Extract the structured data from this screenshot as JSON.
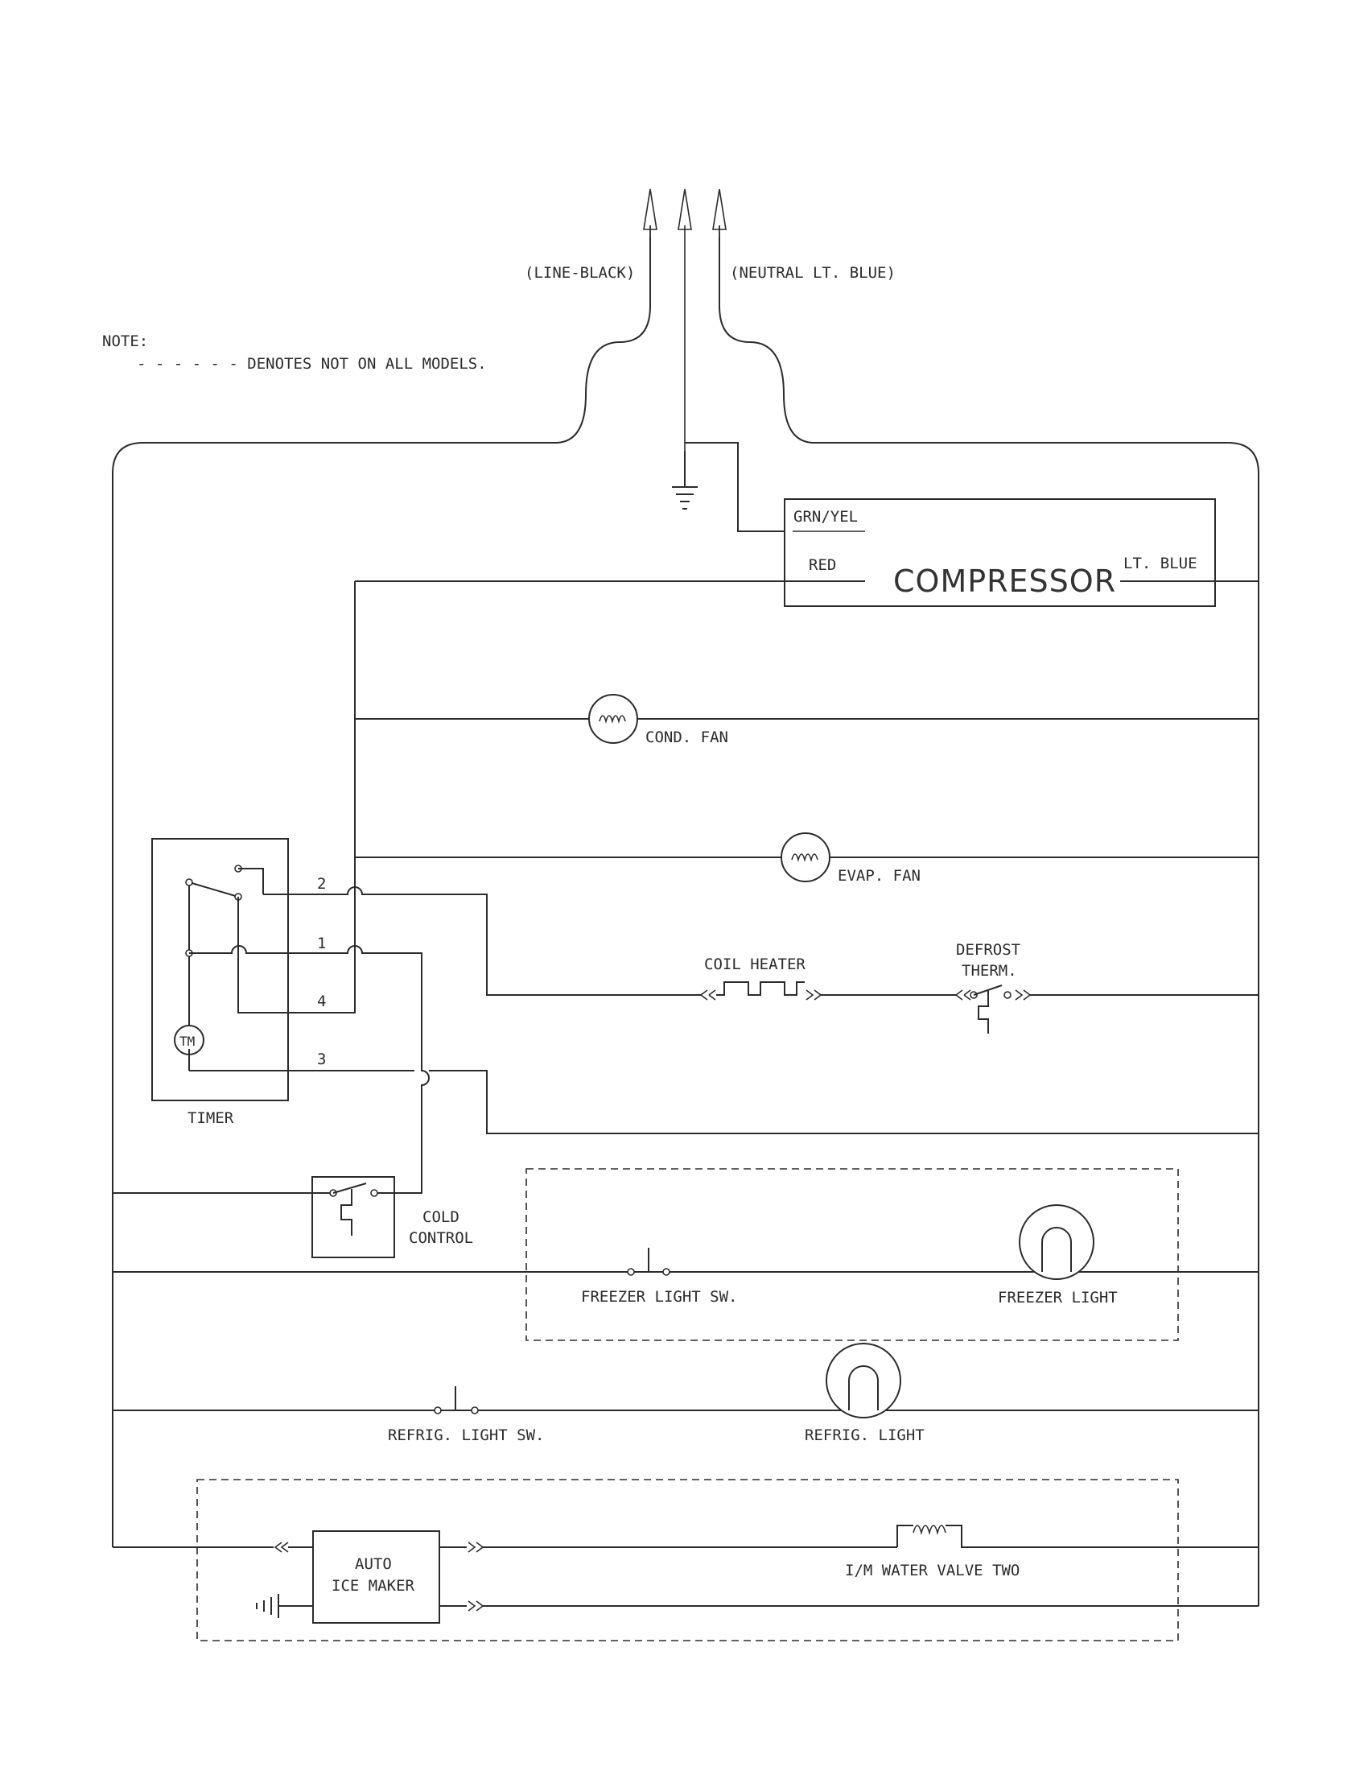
{
  "supply": {
    "line_label": "(LINE-BLACK)",
    "neutral_label": "(NEUTRAL LT. BLUE)"
  },
  "note": {
    "title": "NOTE:",
    "text": "- - - - - - DENOTES NOT ON ALL MODELS."
  },
  "compressor": {
    "title": "COMPRESSOR",
    "grn_yel": "GRN/YEL",
    "red": "RED",
    "lt_blue": "LT. BLUE"
  },
  "components": {
    "cond_fan": "COND. FAN",
    "evap_fan": "EVAP. FAN",
    "coil_heater": "COIL HEATER",
    "defrost_therm_1": "DEFROST",
    "defrost_therm_2": "THERM.",
    "timer": "TIMER",
    "timer_motor": "TM",
    "cold_control_1": "COLD",
    "cold_control_2": "CONTROL",
    "freezer_light_sw": "FREEZER LIGHT SW.",
    "freezer_light": "FREEZER LIGHT",
    "refrig_light_sw": "REFRIG. LIGHT SW.",
    "refrig_light": "REFRIG. LIGHT",
    "ice_maker_1": "AUTO",
    "ice_maker_2": "ICE MAKER",
    "water_valve": "I/M WATER VALVE TWO"
  },
  "timer_terminals": {
    "t2": "2",
    "t1": "1",
    "t4": "4",
    "t3": "3"
  }
}
